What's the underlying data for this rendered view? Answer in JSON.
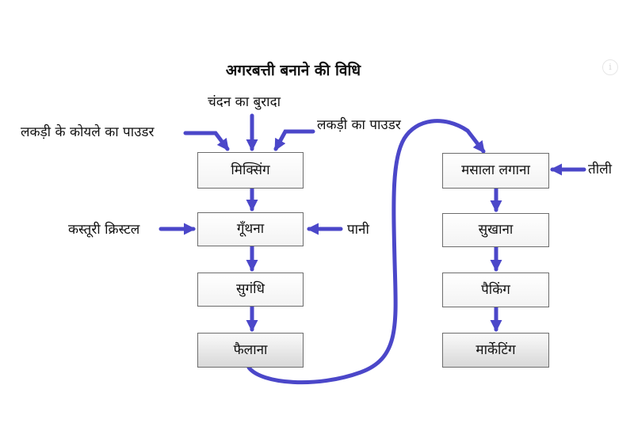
{
  "title": "अगरबत्ती  बनाने की विधि",
  "inputs": {
    "chandan": "चंदन का बुरादा",
    "koyla": "लकड़ी के कोयले का पाउडर",
    "lakdi": "लकड़ी का पाउडर",
    "kasturi": "कस्तूरी क्रिस्टल",
    "pani": "पानी",
    "teeli": "तीली"
  },
  "steps": {
    "mixing": "मिक्सिंग",
    "goondhna": "गूँथना",
    "sugandhi": "सुगंधि",
    "failana": "फैलाना",
    "masala": "मसाला लगाना",
    "sukhana": "सुखाना",
    "packing": "पैकिंग",
    "marketing": "मार्केटिंग"
  },
  "icons": {
    "info": "info-icon"
  },
  "colors": {
    "arrow": "#4b47c9",
    "box_border": "#6d6d6d"
  }
}
